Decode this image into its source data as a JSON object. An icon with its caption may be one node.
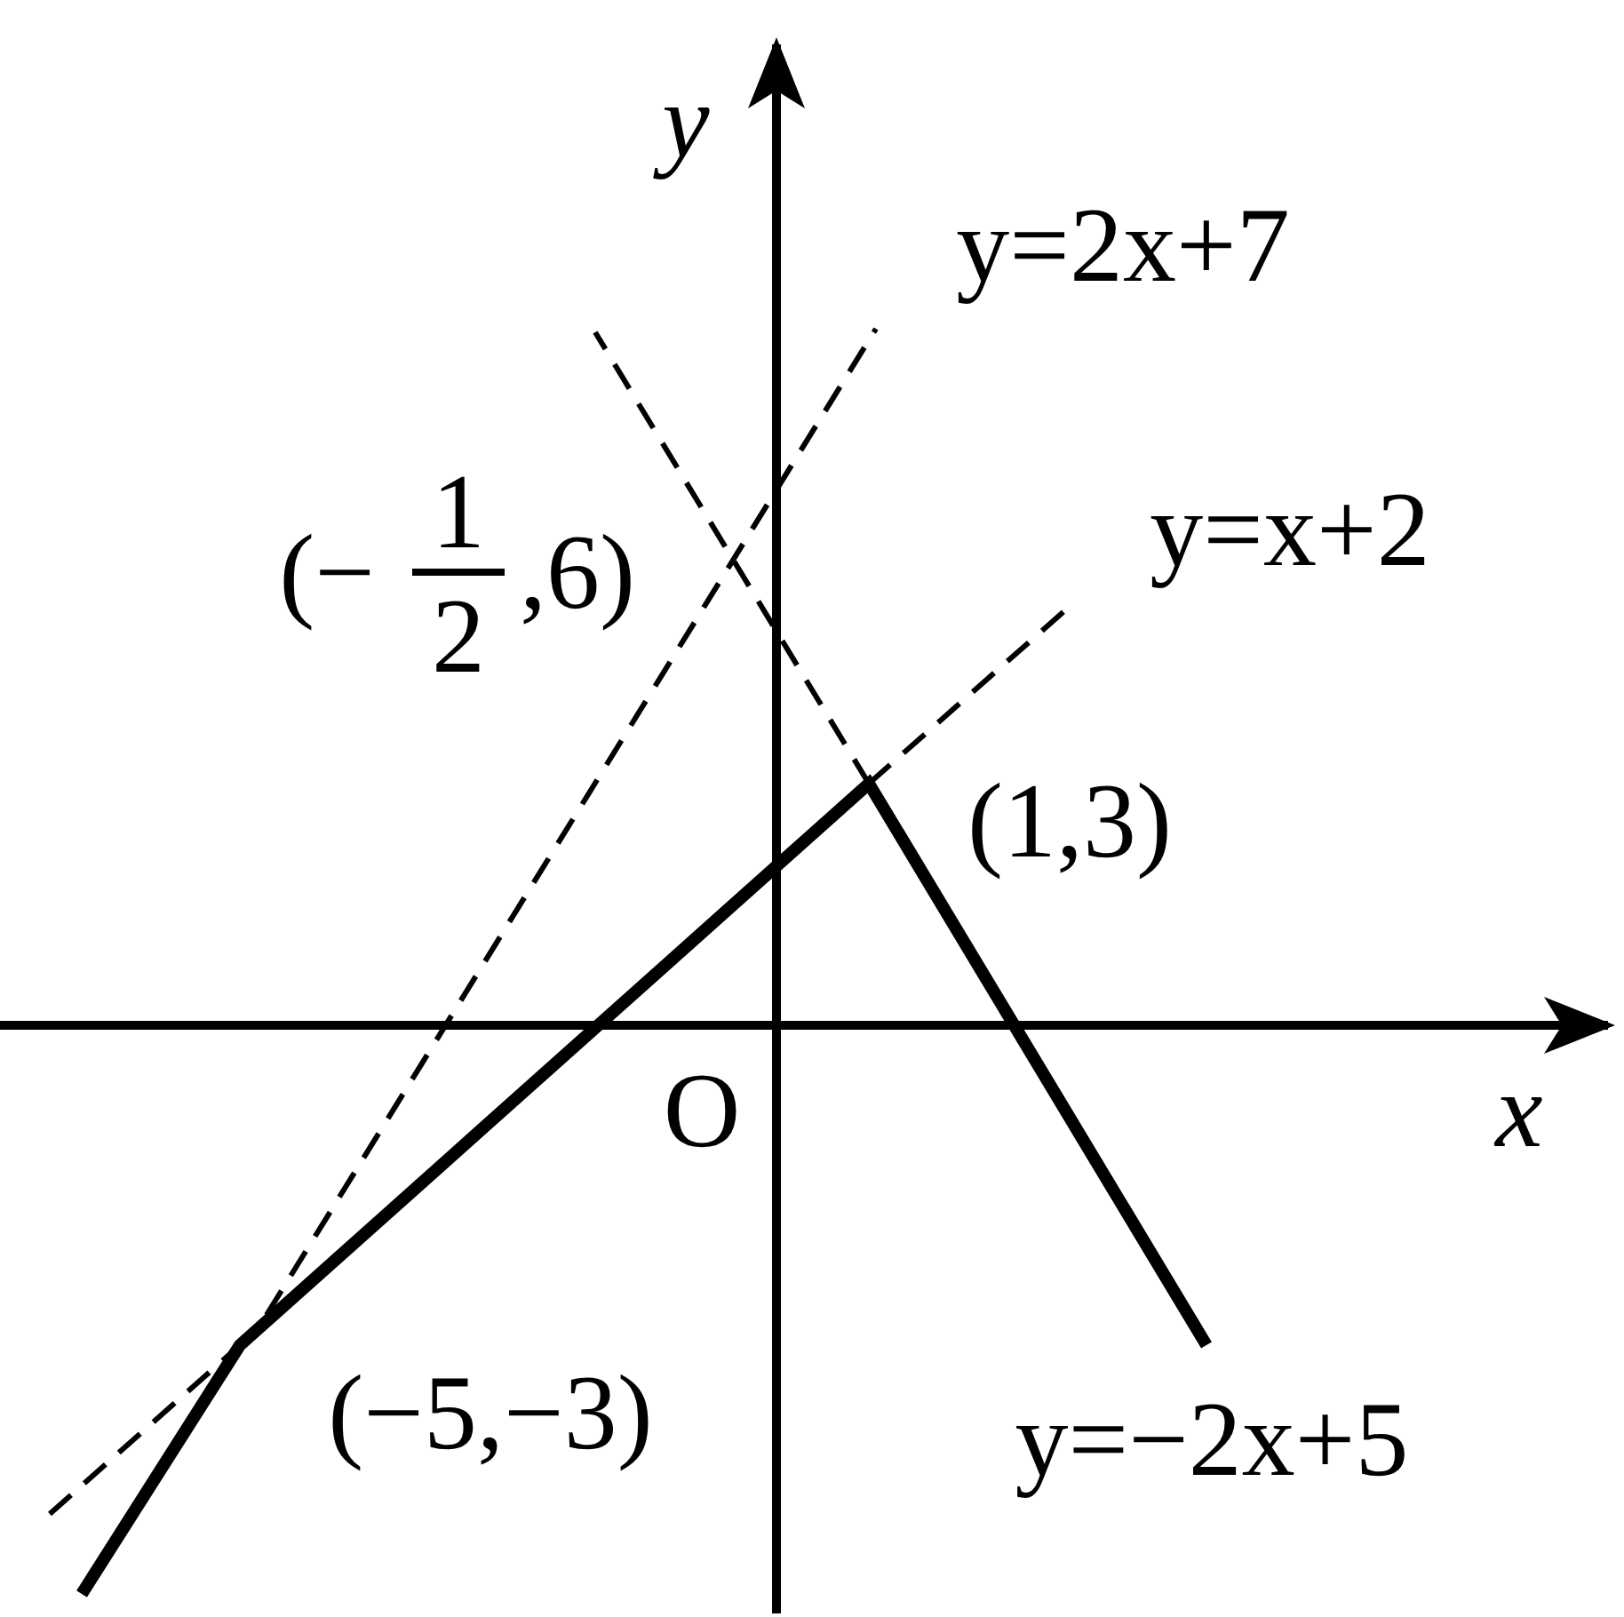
{
  "diagram": {
    "labels": [
      "y",
      "y=2x+7",
      "(−",
      "1",
      "2",
      ",6)",
      "y=x+2",
      "(1,3)",
      "O",
      "x",
      "(−5,−3)",
      "y=−2x+5"
    ]
  }
}
